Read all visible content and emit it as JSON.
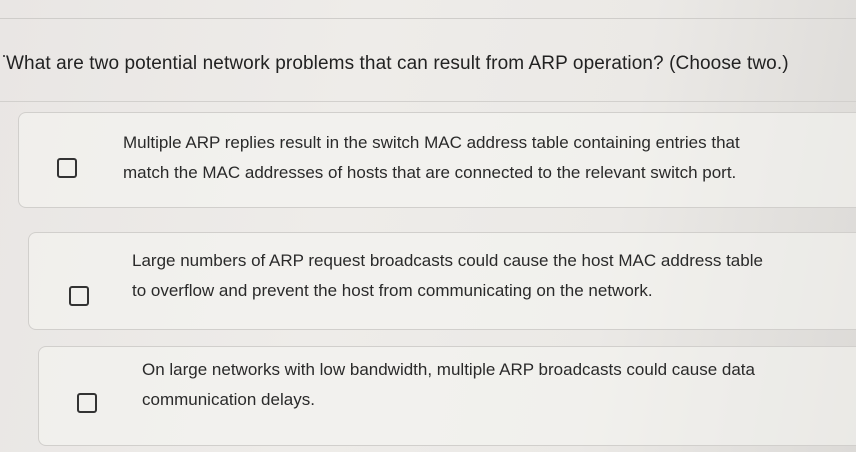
{
  "question": {
    "text": "What are two potential network problems that can result from ARP operation? (Choose two.)"
  },
  "options": [
    {
      "checked": false,
      "lines": [
        "Multiple ARP replies result in the switch MAC address table containing entries that",
        "match the MAC addresses of hosts that are connected to the relevant switch port."
      ]
    },
    {
      "checked": false,
      "lines": [
        "Large numbers of ARP request broadcasts could cause the host MAC address table",
        "to overflow and prevent the host from communicating on the network."
      ]
    },
    {
      "checked": false,
      "lines": [
        "On large networks with low bandwidth, multiple ARP broadcasts could cause data",
        "communication delays."
      ]
    }
  ]
}
